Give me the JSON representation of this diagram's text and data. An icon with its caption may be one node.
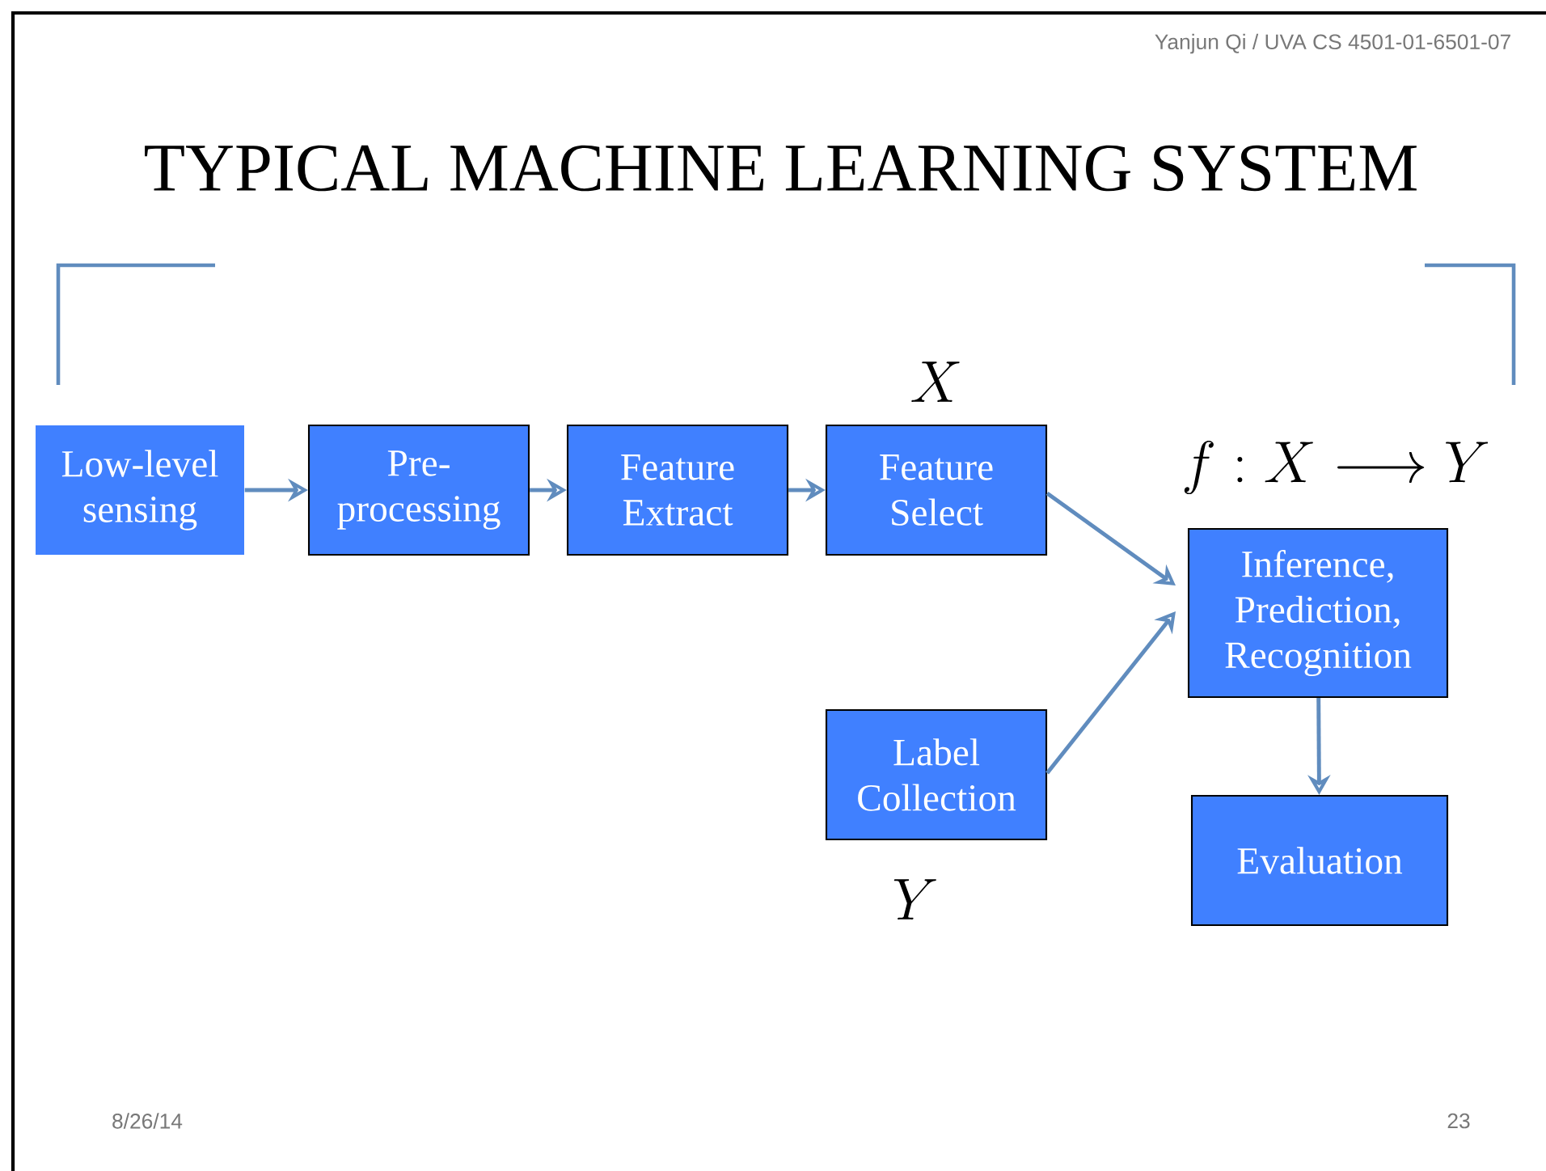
{
  "diagram": {
    "title": "TYPICAL MACHINE LEARNING SYSTEM",
    "nodes": [
      {
        "text": [
          "Low-level sensing"
        ]
      },
      {
        "text": [
          "Pre-processing"
        ]
      },
      {
        "text": [
          "Feature Extract"
        ]
      },
      {
        "text": [
          "Feature Select"
        ]
      },
      {
        "text": [
          "Label Collection"
        ]
      },
      {
        "text": [
          "Inference, Prediction, Recognition"
        ]
      },
      {
        "text": [
          "Evaluation"
        ]
      }
    ],
    "edges": [
      {
        "from": 0,
        "to": 1,
        "arrow": "to"
      },
      {
        "from": 1,
        "to": 2,
        "arrow": "to"
      },
      {
        "from": 2,
        "to": 3,
        "arrow": "to"
      },
      {
        "from": 3,
        "to": 5,
        "arrow": "to"
      },
      {
        "from": 4,
        "to": 5,
        "arrow": "to"
      },
      {
        "from": 5,
        "to": 6,
        "arrow": "to"
      }
    ],
    "labels": [
      "Yanjun Qi / UVA CS 4501-01-6501-07",
      "X",
      "f : X \\longrightarrow Y",
      "Y",
      "8/26/14",
      "23"
    ]
  }
}
